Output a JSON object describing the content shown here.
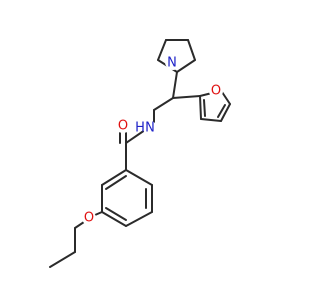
{
  "colors": {
    "bond": "#2b2b2b",
    "N": "#1e22c8",
    "O": "#e01010",
    "background": "#ffffff"
  },
  "atoms": {
    "n_pyrrolidine": {
      "label": "N",
      "element": "N"
    },
    "o_furan": {
      "label": "O",
      "element": "O"
    },
    "o_carbonyl": {
      "label": "O",
      "element": "O"
    },
    "n_amide": {
      "label": "N",
      "element": "N"
    },
    "amide_h": {
      "label": "H",
      "element": "N"
    },
    "o_ether": {
      "label": "O",
      "element": "O"
    }
  }
}
